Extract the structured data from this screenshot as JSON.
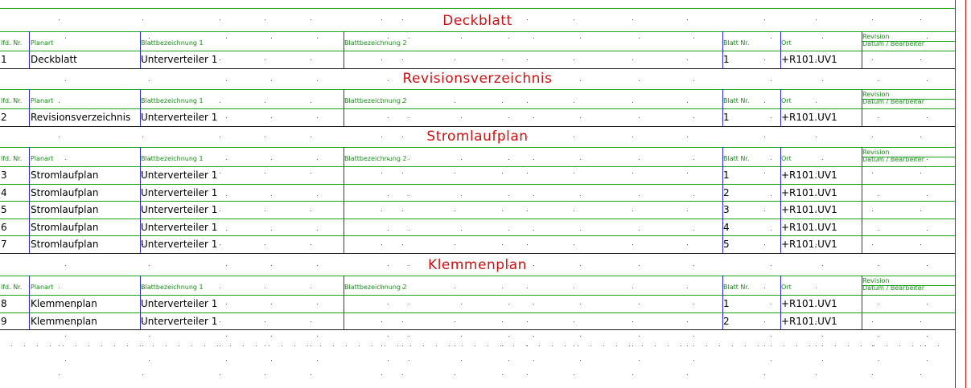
{
  "headers": {
    "lfd_nr": "lfd. Nr.",
    "planart": "Planart",
    "blattbezeichnung_1": "Blattbezeichnung 1",
    "blattbezeichnung_2": "Blattbezeichnung 2",
    "blatt_nr": "Blatt Nr.",
    "ort": "Ort",
    "revision": "Revision",
    "datum_bearbeiter": "Datum / Bearbeiter"
  },
  "sections": [
    {
      "title": "Deckblatt",
      "rows": [
        {
          "lfd_nr": "1",
          "planart": "Deckblatt",
          "blattbezeichnung_1": "Unterverteiler 1",
          "blattbezeichnung_2": "",
          "blatt_nr": "1",
          "ort": "+R101.UV1"
        }
      ]
    },
    {
      "title": "Revisionsverzeichnis",
      "rows": [
        {
          "lfd_nr": "2",
          "planart": "Revisionsverzeichnis",
          "blattbezeichnung_1": "Unterverteiler 1",
          "blattbezeichnung_2": "",
          "blatt_nr": "1",
          "ort": "+R101.UV1"
        }
      ]
    },
    {
      "title": "Stromlaufplan",
      "rows": [
        {
          "lfd_nr": "3",
          "planart": "Stromlaufplan",
          "blattbezeichnung_1": "Unterverteiler 1",
          "blattbezeichnung_2": "",
          "blatt_nr": "1",
          "ort": "+R101.UV1"
        },
        {
          "lfd_nr": "4",
          "planart": "Stromlaufplan",
          "blattbezeichnung_1": "Unterverteiler 1",
          "blattbezeichnung_2": "",
          "blatt_nr": "2",
          "ort": "+R101.UV1"
        },
        {
          "lfd_nr": "5",
          "planart": "Stromlaufplan",
          "blattbezeichnung_1": "Unterverteiler 1",
          "blattbezeichnung_2": "",
          "blatt_nr": "3",
          "ort": "+R101.UV1"
        },
        {
          "lfd_nr": "6",
          "planart": "Stromlaufplan",
          "blattbezeichnung_1": "Unterverteiler 1",
          "blattbezeichnung_2": "",
          "blatt_nr": "4",
          "ort": "+R101.UV1"
        },
        {
          "lfd_nr": "7",
          "planart": "Stromlaufplan",
          "blattbezeichnung_1": "Unterverteiler 1",
          "blattbezeichnung_2": "",
          "blatt_nr": "5",
          "ort": "+R101.UV1"
        }
      ]
    },
    {
      "title": "Klemmenplan",
      "rows": [
        {
          "lfd_nr": "8",
          "planart": "Klemmenplan",
          "blattbezeichnung_1": "Unterverteiler 1",
          "blattbezeichnung_2": "",
          "blatt_nr": "1",
          "ort": "+R101.UV1"
        },
        {
          "lfd_nr": "9",
          "planart": "Klemmenplan",
          "blattbezeichnung_1": "Unterverteiler 1",
          "blattbezeichnung_2": "",
          "blatt_nr": "2",
          "ort": "+R101.UV1"
        }
      ]
    }
  ],
  "colors": {
    "title": "#d01010",
    "header_text": "#1a8a1a",
    "grid_green": "#1aa31a",
    "column_blue": "#2a2ad0",
    "border_red": "#d01010"
  }
}
